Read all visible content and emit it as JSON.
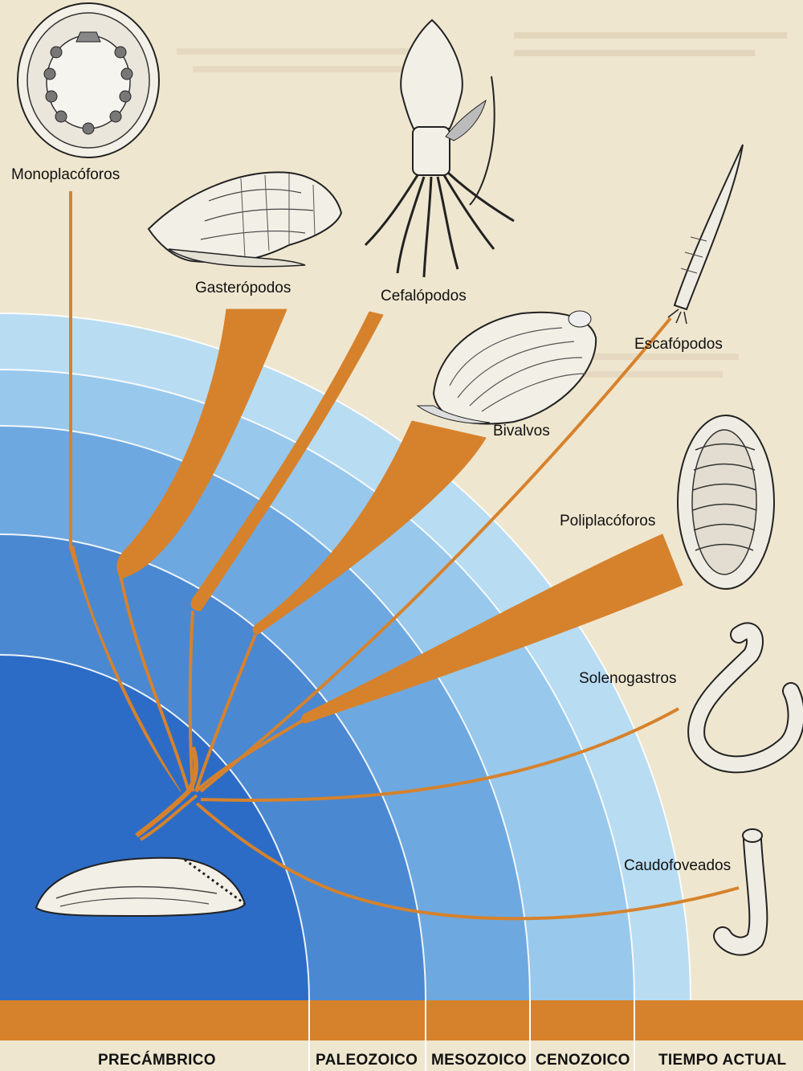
{
  "colors": {
    "background": "#efe6cf",
    "branch": "#d6822c",
    "band_outer": "#b8dcf2",
    "band_1": "#98c8ec",
    "band_2": "#6ea8e0",
    "band_3": "#4a88d2",
    "band_core": "#2c6cc6"
  },
  "labels": {
    "monoplacoforos": "Monoplacóforos",
    "gasteropodos": "Gasterópodos",
    "cefalopodos": "Cefalópodos",
    "bivalvos": "Bivalvos",
    "escafopodos": "Escafópodos",
    "poliplacoforos": "Poliplacóforos",
    "solenogastros": "Solenogastros",
    "caudofoveados": "Caudofoveados"
  },
  "eras": {
    "precambrico": "PRECÁMBRICO",
    "paleozoico": "PALEOZOICO",
    "mesozoico": "MESOZOICO",
    "cenozoico": "CENOZOICO",
    "tiempo_actual": "TIEMPO ACTUAL"
  },
  "icons": [
    "monoplacophoran-shell-icon",
    "snail-icon",
    "squid-icon",
    "clam-icon",
    "tusk-shell-icon",
    "chiton-icon",
    "solenogaster-worm-icon",
    "caudofoveate-worm-icon",
    "ancestral-mollusc-icon"
  ]
}
